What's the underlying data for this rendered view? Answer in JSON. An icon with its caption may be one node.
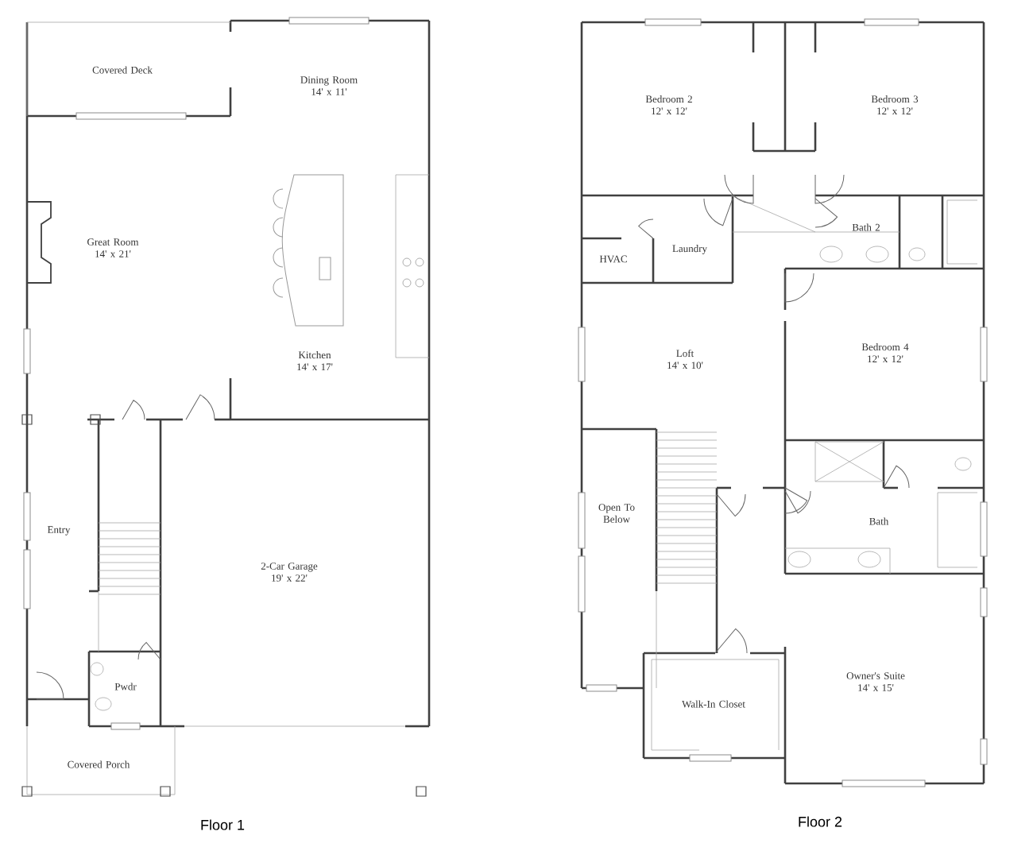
{
  "diagram": {
    "nodes": [
      {
        "text": [
          "Covered Deck"
        ]
      },
      {
        "text": [
          "Dining Room",
          "14' x 11'"
        ]
      },
      {
        "text": [
          "Great Room",
          "14' x 21'"
        ]
      },
      {
        "text": [
          "Kitchen",
          "14' x 17'"
        ]
      },
      {
        "text": [
          "Entry"
        ]
      },
      {
        "text": [
          "2-Car Garage",
          "19' x 22'"
        ]
      },
      {
        "text": [
          "Pwdr"
        ]
      },
      {
        "text": [
          "Covered Porch"
        ]
      },
      {
        "text": [
          "Bedroom 2",
          "12' x 12'"
        ]
      },
      {
        "text": [
          "Bedroom 3",
          "12' x 12'"
        ]
      },
      {
        "text": [
          "Bath 2"
        ]
      },
      {
        "text": [
          "HVAC"
        ]
      },
      {
        "text": [
          "Laundry"
        ]
      },
      {
        "text": [
          "Loft",
          "14' x 10'"
        ]
      },
      {
        "text": [
          "Bedroom 4",
          "12' x 12'"
        ]
      },
      {
        "text": [
          "Open To Below"
        ]
      },
      {
        "text": [
          "Bath"
        ]
      },
      {
        "text": [
          "Walk-In Closet"
        ]
      },
      {
        "text": [
          "Owner's Suite",
          "14' x 15'"
        ]
      }
    ],
    "labels": [
      "Floor 1",
      "Floor 2"
    ]
  }
}
